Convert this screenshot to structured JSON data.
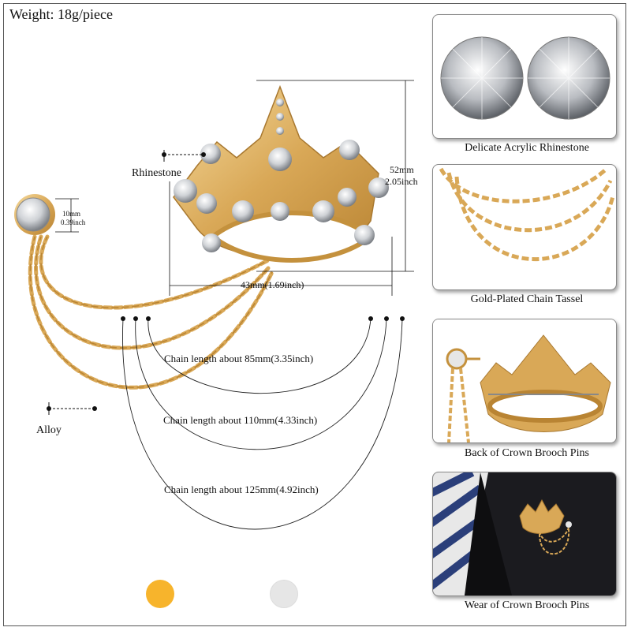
{
  "weight": "Weight: 18g/piece",
  "labels": {
    "rhinestone": "Rhinestone",
    "alloy": "Alloy",
    "height_mm": "52mm",
    "height_in": "2.05inch",
    "width": "43mm(1.69inch)",
    "stud_mm": "10mm",
    "stud_in": "0.39inch",
    "chain_1": "Chain length about 85mm(3.35inch)",
    "chain_2": "Chain length about 110mm(4.33inch)",
    "chain_3": "Chain length about 125mm(4.92inch)"
  },
  "panels": [
    {
      "caption": "Delicate Acrylic Rhinestone",
      "icon": "rhinestone-closeup"
    },
    {
      "caption": "Gold-Plated Chain Tassel",
      "icon": "chain-tassel"
    },
    {
      "caption": "Back of Crown Brooch Pins",
      "icon": "brooch-back"
    },
    {
      "caption": "Wear of Crown Brooch Pins",
      "icon": "brooch-worn"
    }
  ],
  "colors": {
    "gold": "#f7b42c",
    "silver": "#e6e6e6",
    "chain": "#d9a857"
  }
}
